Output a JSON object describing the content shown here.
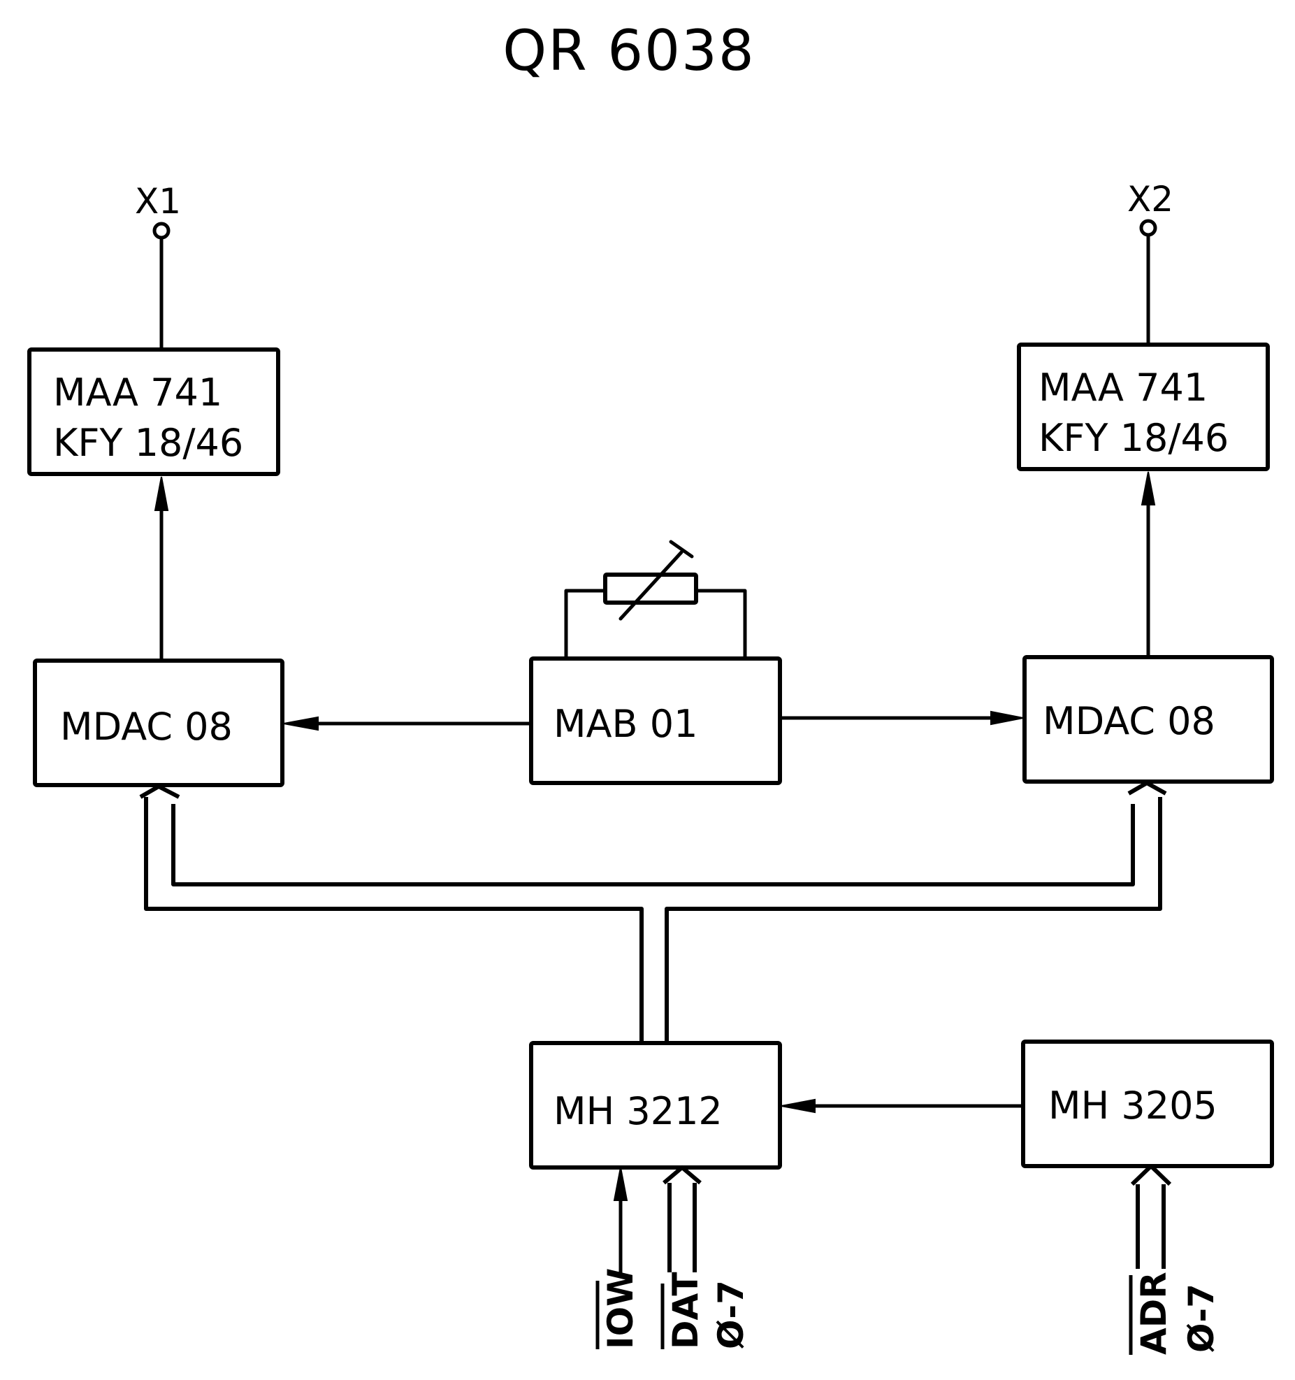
{
  "title": "QR 6038",
  "terminals": [
    {
      "id": "x1",
      "label": "X1"
    },
    {
      "id": "x2",
      "label": "X2"
    }
  ],
  "blocks": {
    "amp_left": {
      "lines": [
        "MAA 741",
        "KFY 18/46"
      ]
    },
    "amp_right": {
      "lines": [
        "MAA 741",
        "KFY 18/46"
      ]
    },
    "dac_left": {
      "lines": [
        "MDAC 08"
      ]
    },
    "ref": {
      "lines": [
        "MAB 01"
      ]
    },
    "dac_right": {
      "lines": [
        "MDAC 08"
      ]
    },
    "latch": {
      "lines": [
        "MH 3212"
      ]
    },
    "decoder": {
      "lines": [
        "MH 3205"
      ]
    }
  },
  "components": {
    "trimmer": {
      "type": "variable-resistor",
      "attached_to": "MAB 01"
    }
  },
  "connections": [
    {
      "from": "MAB 01",
      "to": "MDAC 08 (left)",
      "kind": "signal"
    },
    {
      "from": "MAB 01",
      "to": "MDAC 08 (right)",
      "kind": "signal"
    },
    {
      "from": "MDAC 08 (left)",
      "to": "MAA 741 / KFY 18/46 (left)",
      "kind": "signal"
    },
    {
      "from": "MDAC 08 (right)",
      "to": "MAA 741 / KFY 18/46 (right)",
      "kind": "signal"
    },
    {
      "from": "MAA 741 / KFY 18/46 (left)",
      "to": "X1",
      "kind": "signal"
    },
    {
      "from": "MAA 741 / KFY 18/46 (right)",
      "to": "X2",
      "kind": "signal"
    },
    {
      "from": "MH 3212",
      "to": "MDAC 08 (left), MDAC 08 (right)",
      "kind": "bus"
    },
    {
      "from": "MH 3205",
      "to": "MH 3212",
      "kind": "signal"
    },
    {
      "from": "IOW",
      "to": "MH 3212",
      "kind": "signal"
    },
    {
      "from": "DAT 0-7",
      "to": "MH 3212",
      "kind": "bus"
    },
    {
      "from": "ADR 0-7",
      "to": "MH 3205",
      "kind": "bus"
    }
  ],
  "inputs": {
    "iow": {
      "name": "IOW",
      "overbar": true
    },
    "dat": {
      "name": "DAT",
      "overbar": true,
      "range": "Ø-7"
    },
    "adr": {
      "name": "ADR",
      "overbar": true,
      "range": "Ø-7"
    }
  }
}
